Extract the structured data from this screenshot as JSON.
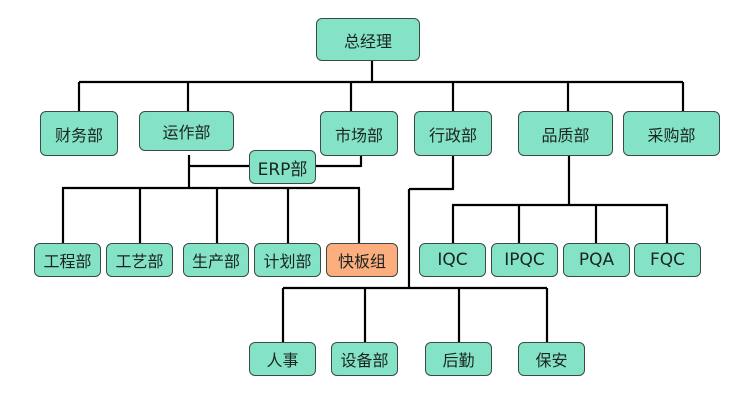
{
  "title": "组织架构图",
  "colors": {
    "node_fill": "#84e3c7",
    "highlight_fill": "#fdae7e",
    "line": "#000000"
  },
  "root": {
    "id": "gm",
    "label": "总经理"
  },
  "departments": [
    {
      "id": "finance",
      "label": "财务部"
    },
    {
      "id": "operations",
      "label": "运作部"
    },
    {
      "id": "marketing",
      "label": "市场部"
    },
    {
      "id": "admin",
      "label": "行政部"
    },
    {
      "id": "quality",
      "label": "品质部"
    },
    {
      "id": "purchasing",
      "label": "采购部"
    }
  ],
  "erp": {
    "id": "erp",
    "label": "ERP部",
    "links": [
      "operations",
      "marketing"
    ]
  },
  "operations_children": [
    {
      "id": "engineering",
      "label": "工程部"
    },
    {
      "id": "process",
      "label": "工艺部"
    },
    {
      "id": "production",
      "label": "生产部"
    },
    {
      "id": "planning",
      "label": "计划部"
    },
    {
      "id": "quickboard",
      "label": "快板组",
      "highlight": true
    }
  ],
  "quality_children": [
    {
      "id": "iqc",
      "label": "IQC"
    },
    {
      "id": "ipqc",
      "label": "IPQC"
    },
    {
      "id": "pqa",
      "label": "PQA"
    },
    {
      "id": "fqc",
      "label": "FQC"
    }
  ],
  "admin_children": [
    {
      "id": "hr",
      "label": "人事"
    },
    {
      "id": "equipment",
      "label": "设备部"
    },
    {
      "id": "logistics",
      "label": "后勤"
    },
    {
      "id": "security",
      "label": "保安"
    }
  ]
}
